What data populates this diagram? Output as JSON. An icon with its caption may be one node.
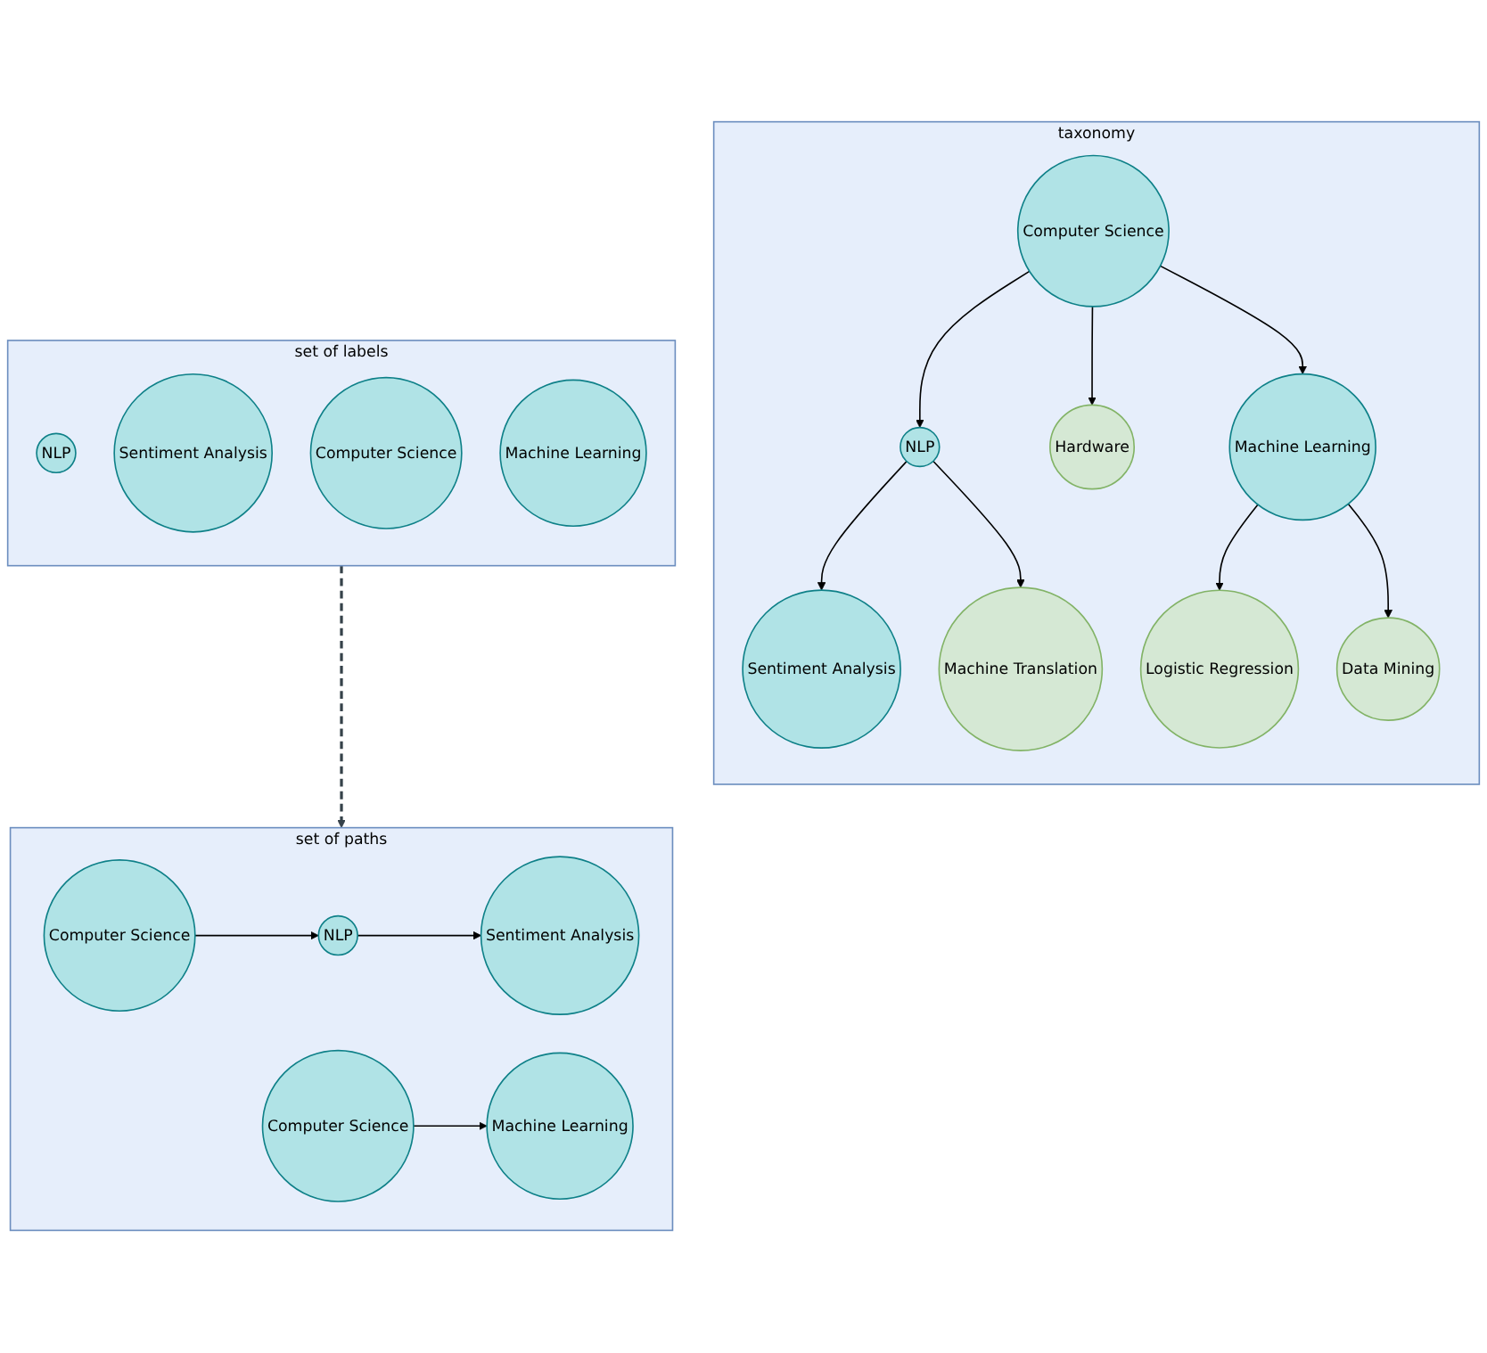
{
  "diagram": {
    "nodes": [
      {
        "text": [
          "taxonomy"
        ]
      },
      {
        "text": [
          "Computer Science"
        ],
        "in": 0
      },
      {
        "text": [
          "NLP"
        ],
        "in": 0
      },
      {
        "text": [
          "Hardware"
        ],
        "in": 0
      },
      {
        "text": [
          "Machine Learning"
        ],
        "in": 0
      },
      {
        "text": [
          "Sentiment Analysis"
        ],
        "in": 0
      },
      {
        "text": [
          "Machine Translation"
        ],
        "in": 0
      },
      {
        "text": [
          "Logistic Regression"
        ],
        "in": 0
      },
      {
        "text": [
          "Data Mining"
        ],
        "in": 0
      },
      {
        "text": [
          "set of labels"
        ]
      },
      {
        "text": [
          "NLP"
        ],
        "in": 9
      },
      {
        "text": [
          "Sentiment Analysis"
        ],
        "in": 9
      },
      {
        "text": [
          "Computer Science"
        ],
        "in": 9
      },
      {
        "text": [
          "Machine Learning"
        ],
        "in": 9
      },
      {
        "text": [
          "set of paths"
        ]
      },
      {
        "text": [
          "Computer Science"
        ],
        "in": 14
      },
      {
        "text": [
          "NLP"
        ],
        "in": 14
      },
      {
        "text": [
          "Sentiment Analysis"
        ],
        "in": 14
      },
      {
        "text": [
          "Computer Science"
        ],
        "in": 14
      },
      {
        "text": [
          "Machine Learning"
        ],
        "in": 14
      }
    ],
    "edges": [
      {
        "from": 1,
        "to": 2,
        "arrow": "to"
      },
      {
        "from": 1,
        "to": 3,
        "arrow": "to"
      },
      {
        "from": 1,
        "to": 4,
        "arrow": "to"
      },
      {
        "from": 2,
        "to": 5,
        "arrow": "to"
      },
      {
        "from": 2,
        "to": 6,
        "arrow": "to"
      },
      {
        "from": 4,
        "to": 7,
        "arrow": "to"
      },
      {
        "from": 4,
        "to": 8,
        "arrow": "to"
      },
      {
        "from": 9,
        "to": 14,
        "arrow": "to",
        "style": "dashed",
        "color": "#36424a"
      },
      {
        "from": 15,
        "to": 16,
        "arrow": "to"
      },
      {
        "from": 16,
        "to": 17,
        "arrow": "to"
      },
      {
        "from": 18,
        "to": 19,
        "arrow": "to"
      }
    ]
  }
}
